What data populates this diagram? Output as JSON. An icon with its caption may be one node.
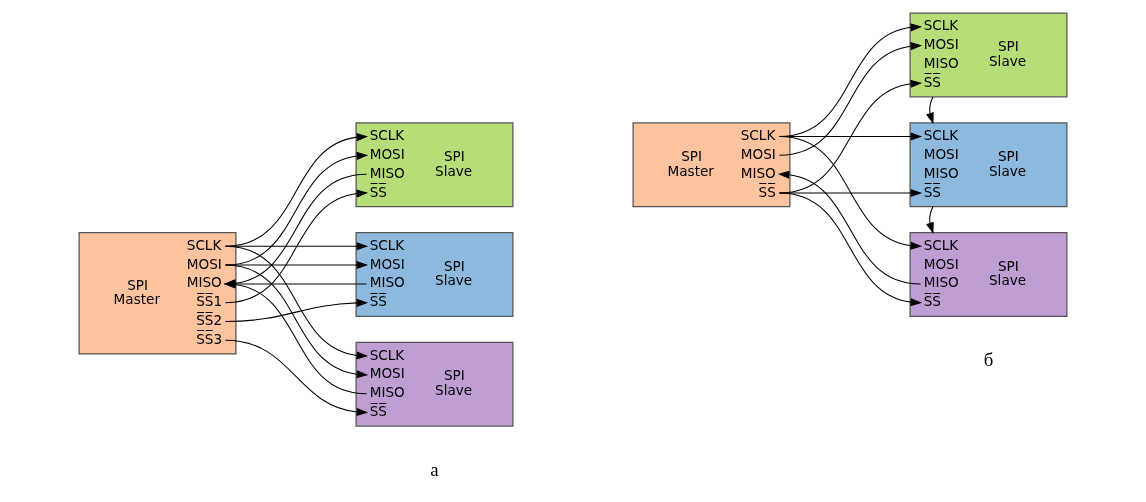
{
  "diagram": {
    "nodes": [
      {
        "text": [
          "SCLK",
          "MOSI",
          "MISO",
          "S̅S̅1",
          "S̅S̅2",
          "S̅S̅3",
          "SPI Master"
        ]
      },
      {
        "text": [
          "SCLK",
          "MOSI",
          "MISO",
          "S̅S̅",
          "SPI Slave"
        ]
      },
      {
        "text": [
          "SCLK",
          "MOSI",
          "MISO",
          "S̅S̅",
          "SPI Slave"
        ]
      },
      {
        "text": [
          "SCLK",
          "MOSI",
          "MISO",
          "S̅S̅",
          "SPI Slave"
        ]
      },
      {
        "text": [
          "SCLK",
          "MOSI",
          "MISO",
          "S̅S̅",
          "SPI Master"
        ]
      },
      {
        "text": [
          "SCLK",
          "MOSI",
          "MISO",
          "S̅S̅",
          "SPI Slave"
        ]
      },
      {
        "text": [
          "SCLK",
          "MOSI",
          "MISO",
          "S̅S̅",
          "SPI Slave"
        ]
      },
      {
        "text": [
          "SCLK",
          "MOSI",
          "MISO",
          "S̅S̅",
          "SPI Slave"
        ]
      }
    ],
    "edges": [
      {
        "from": 0,
        "to": 1,
        "arrow": "to"
      },
      {
        "from": 0,
        "to": 1,
        "arrow": "to"
      },
      {
        "from": 1,
        "to": 0,
        "arrow": "to"
      },
      {
        "from": 0,
        "to": 1,
        "arrow": "to"
      },
      {
        "from": 0,
        "to": 2,
        "arrow": "to"
      },
      {
        "from": 0,
        "to": 2,
        "arrow": "to"
      },
      {
        "from": 2,
        "to": 0,
        "arrow": "to"
      },
      {
        "from": 0,
        "to": 2,
        "arrow": "to"
      },
      {
        "from": 0,
        "to": 3,
        "arrow": "to"
      },
      {
        "from": 0,
        "to": 3,
        "arrow": "to"
      },
      {
        "from": 3,
        "to": 0,
        "arrow": "to"
      },
      {
        "from": 0,
        "to": 3,
        "arrow": "to"
      },
      {
        "from": 4,
        "to": 5,
        "arrow": "to"
      },
      {
        "from": 4,
        "to": 5,
        "arrow": "to"
      },
      {
        "from": 4,
        "to": 5,
        "arrow": "to"
      },
      {
        "from": 4,
        "to": 6,
        "arrow": "to"
      },
      {
        "from": 5,
        "to": 6,
        "arrow": "to"
      },
      {
        "from": 4,
        "to": 6,
        "arrow": "to"
      },
      {
        "from": 4,
        "to": 7,
        "arrow": "to"
      },
      {
        "from": 6,
        "to": 7,
        "arrow": "to"
      },
      {
        "from": 4,
        "to": 7,
        "arrow": "to"
      },
      {
        "from": 7,
        "to": 4,
        "arrow": "to"
      }
    ],
    "labels": [
      "а",
      "б"
    ]
  }
}
